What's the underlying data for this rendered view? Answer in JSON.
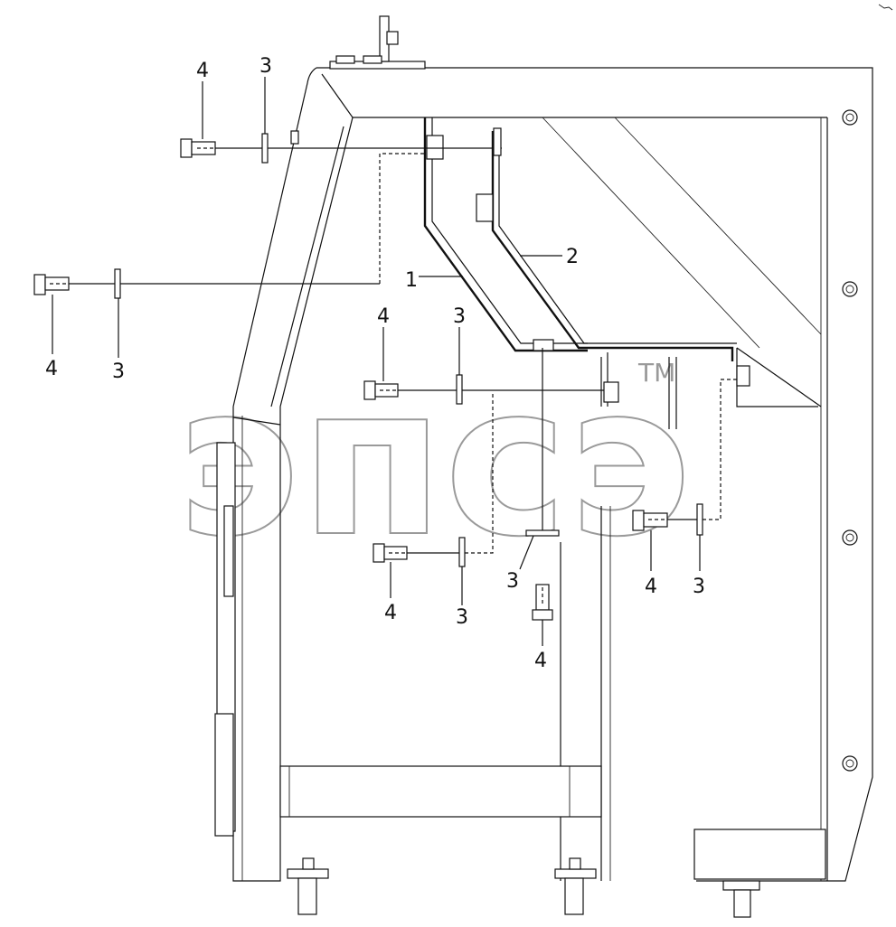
{
  "diagram": {
    "watermark": "эпсэ",
    "trademark": "TM",
    "callouts": [
      {
        "id": "c1",
        "text": "1"
      },
      {
        "id": "c2",
        "text": "2"
      },
      {
        "id": "c3a",
        "text": "3"
      },
      {
        "id": "c4a",
        "text": "4"
      },
      {
        "id": "c3b",
        "text": "3"
      },
      {
        "id": "c4b",
        "text": "4"
      },
      {
        "id": "c3c",
        "text": "3"
      },
      {
        "id": "c4c",
        "text": "4"
      },
      {
        "id": "c3d",
        "text": "3"
      },
      {
        "id": "c4d",
        "text": "4"
      },
      {
        "id": "c3e",
        "text": "3"
      },
      {
        "id": "c4e",
        "text": "4"
      },
      {
        "id": "c3f",
        "text": "3"
      },
      {
        "id": "c4f",
        "text": "4"
      }
    ]
  }
}
